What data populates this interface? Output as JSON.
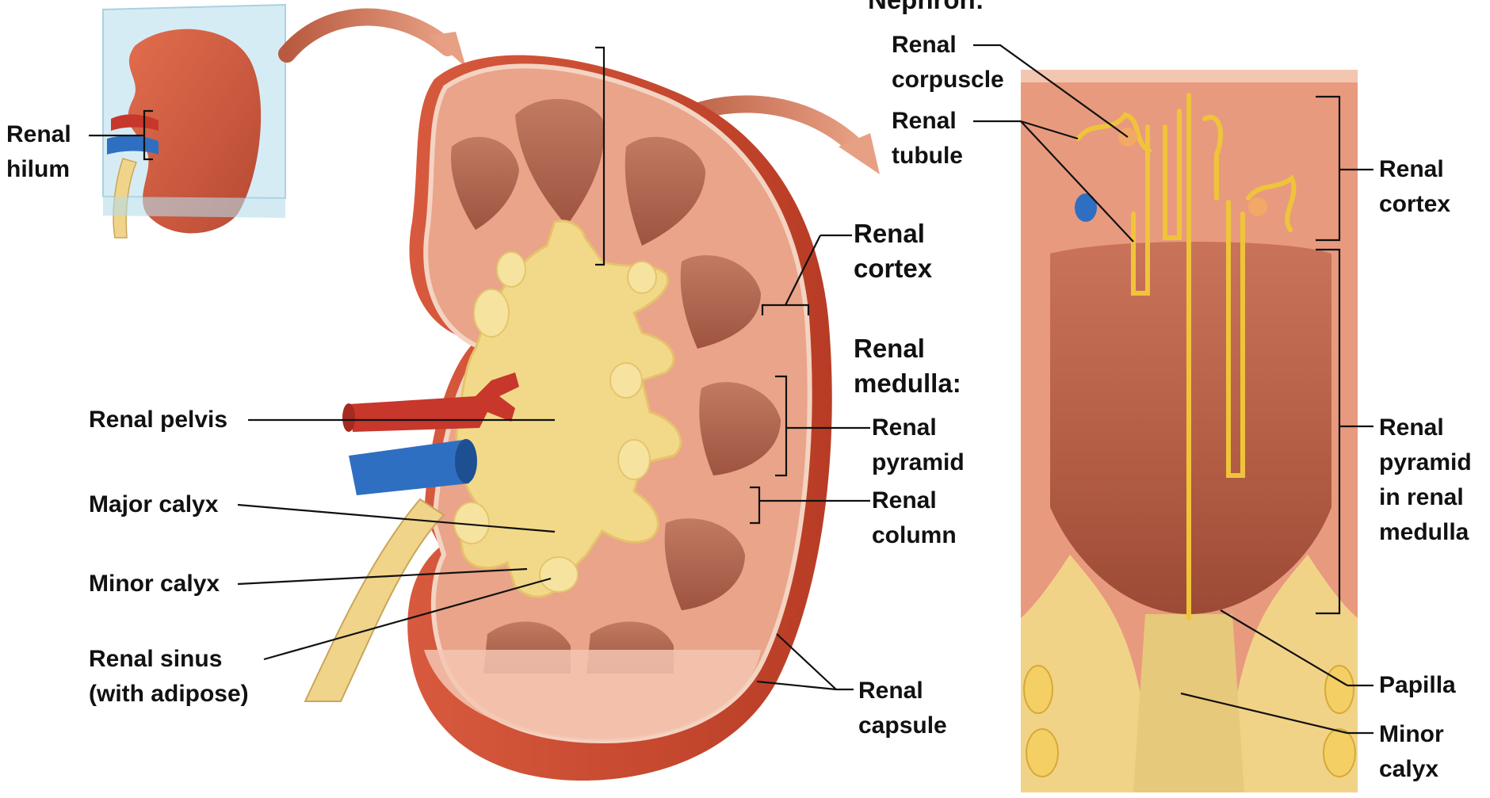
{
  "labels": {
    "renal_hilum": [
      "Renal",
      "hilum"
    ],
    "renal_pelvis": "Renal pelvis",
    "major_calyx": "Major calyx",
    "minor_calyx": "Minor calyx",
    "renal_sinus": [
      "Renal sinus",
      "(with adipose)"
    ],
    "renal_cortex_mid": [
      "Renal",
      "cortex"
    ],
    "renal_medulla": [
      "Renal",
      "medulla:"
    ],
    "renal_pyramid": [
      "Renal",
      "pyramid"
    ],
    "renal_column": [
      "Renal",
      "column"
    ],
    "renal_capsule": [
      "Renal",
      "capsule"
    ],
    "nephron_heading": "Nephron:",
    "renal_corpuscle": [
      "Renal",
      "corpuscle"
    ],
    "renal_tubule": [
      "Renal",
      "tubule"
    ],
    "renal_cortex_right": [
      "Renal",
      "cortex"
    ],
    "renal_pyramid_in_medulla": [
      "Renal",
      "pyramid",
      "in renal",
      "medulla"
    ],
    "papilla": "Papilla",
    "minor_calyx_right": [
      "Minor",
      "calyx"
    ]
  },
  "colors": {
    "capsule": "#c9452e",
    "cortex": "#e89a7e",
    "pyramid": "#b8674e",
    "pelvis": "#f2d98a",
    "adipose": "#f5e08e",
    "artery": "#c7372b",
    "vein": "#2f6fc2",
    "tubule": "#f0c43a",
    "arrow": "#d98466",
    "glass": "#bfe2f0"
  }
}
